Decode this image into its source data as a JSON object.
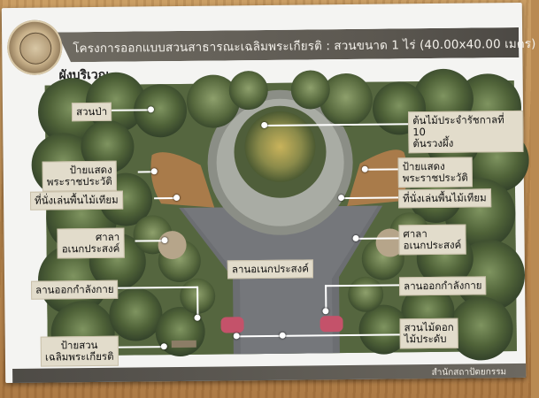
{
  "header": {
    "title": "โครงการออกแบบสวนสาธารณะเฉลิมพระเกียรติ : สวนขนาด 1 ไร่ (40.00x40.00 เมตร)"
  },
  "section": {
    "subtitle": "ผังบริเวณ"
  },
  "labels": {
    "forest_garden": "สวนป่า",
    "royal_tree": "ต้นไม้ประจำรัชกาลที่ 10\nต้นรวงผึ้ง",
    "royal_bio_sign_left": "ป้ายแสดง\nพระราชประวัติ",
    "royal_bio_sign_right": "ป้ายแสดง\nพระราชประวัติ",
    "seating_left": "ที่นั่งเล่นพื้นไม้เทียม",
    "seating_right": "ที่นั่งเล่นพื้นไม้เทียม",
    "pavilion_left": "ศาลา\nอเนกประสงค์",
    "pavilion_right": "ศาลา\nอเนกประสงค์",
    "plaza": "ลานอเนกประสงค์",
    "exercise_left": "ลานออกกำลังกาย",
    "exercise_right": "ลานออกกำลังกาย",
    "flower_garden": "สวนไม้ดอก\nไม้ประดับ",
    "park_sign": "ป้ายสวน\nเฉลิมพระเกียรติ"
  },
  "footer": {
    "org": "สำนักสถาปัตยกรรม"
  }
}
